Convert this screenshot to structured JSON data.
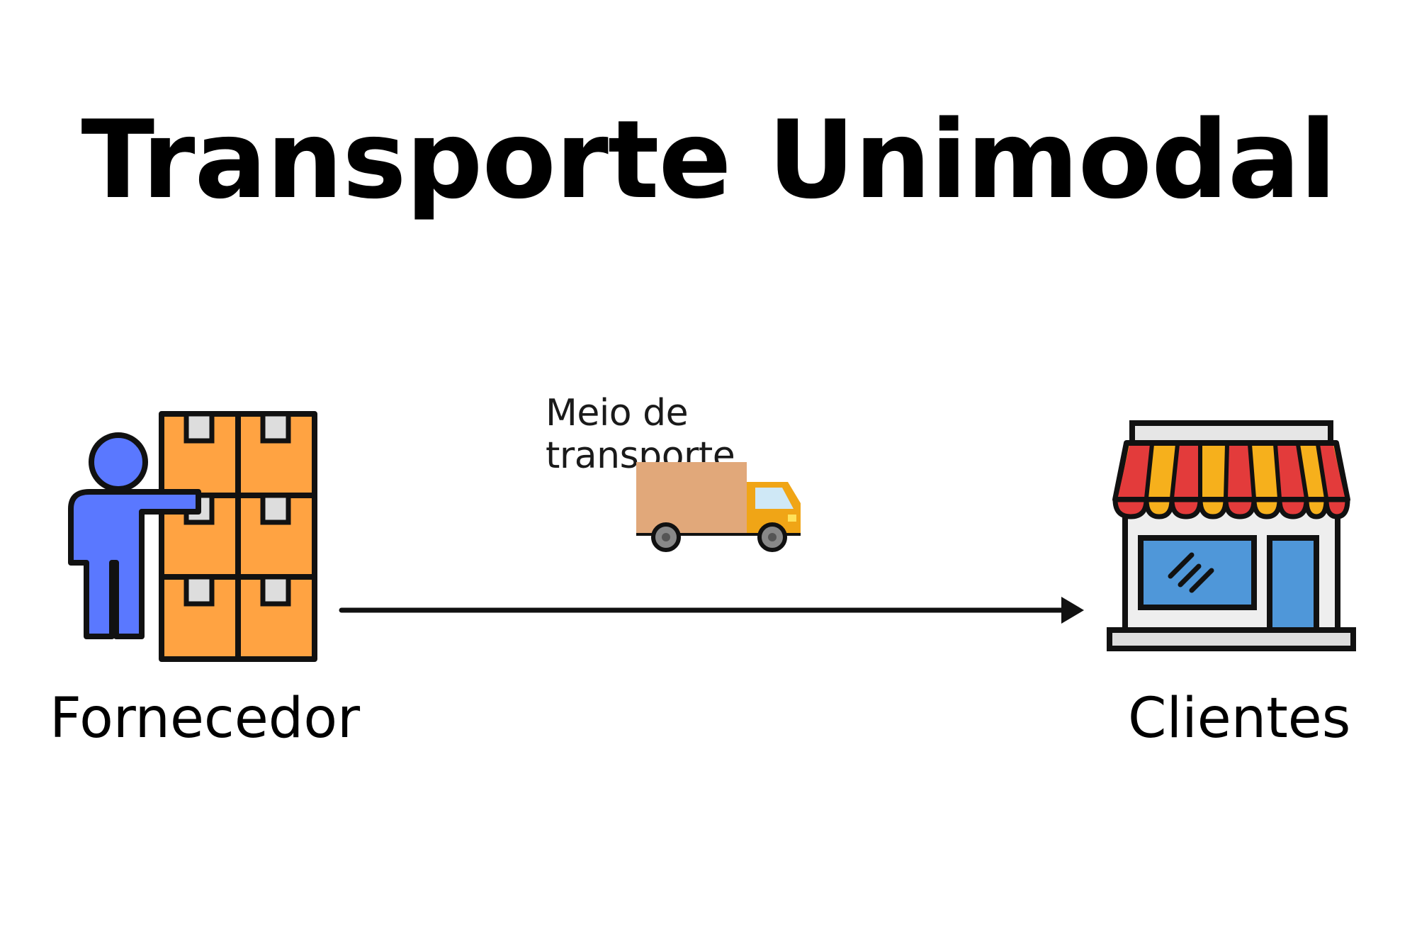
{
  "title": "Transporte Unimodal",
  "transport": {
    "label": "Meio de transporte",
    "icon": "truck-icon"
  },
  "supplier": {
    "label": "Fornecedor",
    "icon": "person-with-boxes-icon"
  },
  "client": {
    "label": "Clientes",
    "icon": "storefront-icon"
  },
  "colors": {
    "outline": "#111111",
    "person_blue": "#5a78ff",
    "box_orange": "#ffa342",
    "box_tab": "#dddddd",
    "truck_cargo": "#e1a87a",
    "truck_cab": "#f0a516",
    "awning_red": "#e33b3b",
    "awning_yellow": "#f6b01c",
    "store_window": "#4f97d9",
    "store_wall": "#eeeeee"
  }
}
